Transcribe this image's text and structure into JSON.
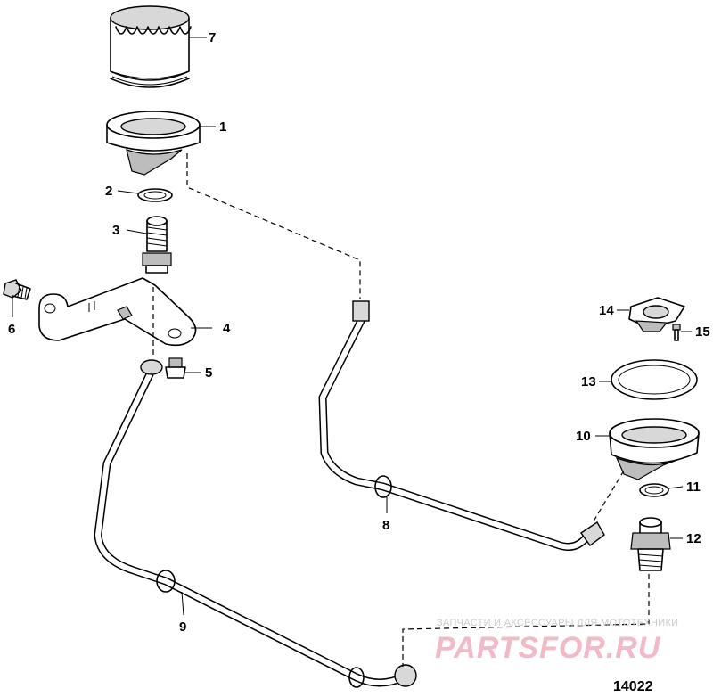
{
  "diagram": {
    "figure_number": "14022",
    "callouts": [
      "1",
      "2",
      "3",
      "4",
      "5",
      "6",
      "7",
      "8",
      "9",
      "10",
      "11",
      "12",
      "13",
      "14",
      "15"
    ]
  },
  "watermark": {
    "caption": "ЗАПЧАСТИ И АКСЕССУАРЫ ДЛЯ МОТОТЕХНИКИ",
    "brand": "PARTSFOR.RU"
  },
  "colors": {
    "line": "#000000",
    "watermark_text": "#f2b7c4",
    "watermark_caption": "#c9c9c9"
  }
}
